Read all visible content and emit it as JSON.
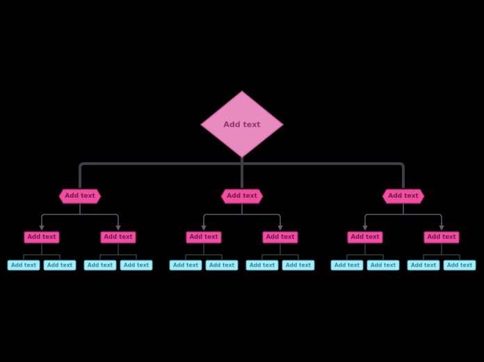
{
  "root": {
    "label": "Add text",
    "fill": "#e88bbf",
    "stroke": "#c9589b",
    "text_color": "#8a3a6a"
  },
  "colors": {
    "trunk": "#3c3f45",
    "branch": "#5b5f66",
    "leaf_line": "#6b6f75",
    "level1_fill": "#ee4f9e",
    "level1_stroke": "#b8247a",
    "level1_text": "#7a1450",
    "level2_fill": "#ee4f9e",
    "level2_stroke": "#b8247a",
    "level2_text": "#7a1450",
    "leaf_fill": "#a9ecf7",
    "leaf_stroke": "#3cb6cf",
    "leaf_text": "#2e8aa0"
  },
  "level1": [
    {
      "label": "Add text",
      "children": [
        {
          "label": "Add text",
          "leaves": [
            "Add text",
            "Add text"
          ]
        },
        {
          "label": "Add text",
          "leaves": [
            "Add text",
            "Add text"
          ]
        }
      ]
    },
    {
      "label": "Add text",
      "children": [
        {
          "label": "Add text",
          "leaves": [
            "Add text",
            "Add text"
          ]
        },
        {
          "label": "Add text",
          "leaves": [
            "Add text",
            "Add text"
          ]
        }
      ]
    },
    {
      "label": "Add text",
      "children": [
        {
          "label": "Add text",
          "leaves": [
            "Add text",
            "Add text"
          ]
        },
        {
          "label": "Add text",
          "leaves": [
            "Add text",
            "Add text"
          ]
        }
      ]
    }
  ]
}
